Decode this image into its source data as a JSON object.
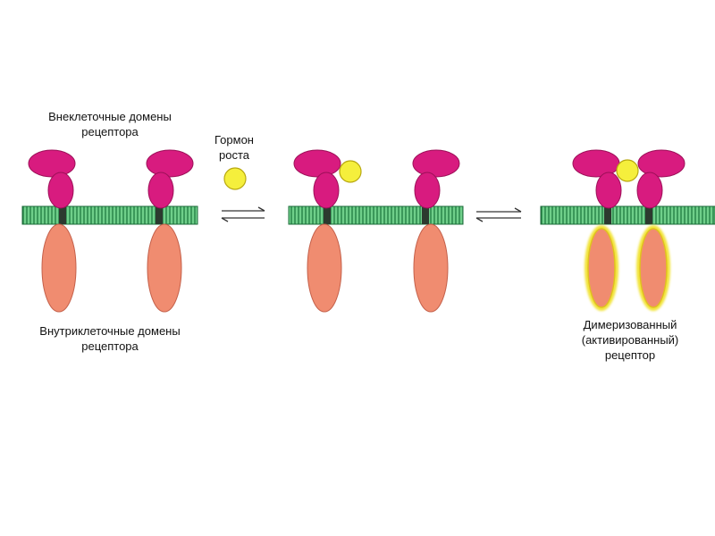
{
  "labels": {
    "extracellular": [
      "Внеклеточные домены",
      "рецептора"
    ],
    "hormone": [
      "Гормон",
      "роста"
    ],
    "intracellular": [
      "Внутриклеточные домены",
      "рецептора"
    ],
    "dimerized": [
      "Димеризованный",
      "(активированный)",
      "рецептор"
    ]
  },
  "colors": {
    "extracellular_domain": "#d81b7f",
    "intracellular_domain": "#f08c70",
    "hormone": "#f5ef3c",
    "membrane": "#3dae63",
    "active_glow": "#f2e43a",
    "anchor": "#2c3a2f"
  },
  "icons": {
    "reversible_arrow": "equilibrium-arrows-icon"
  }
}
